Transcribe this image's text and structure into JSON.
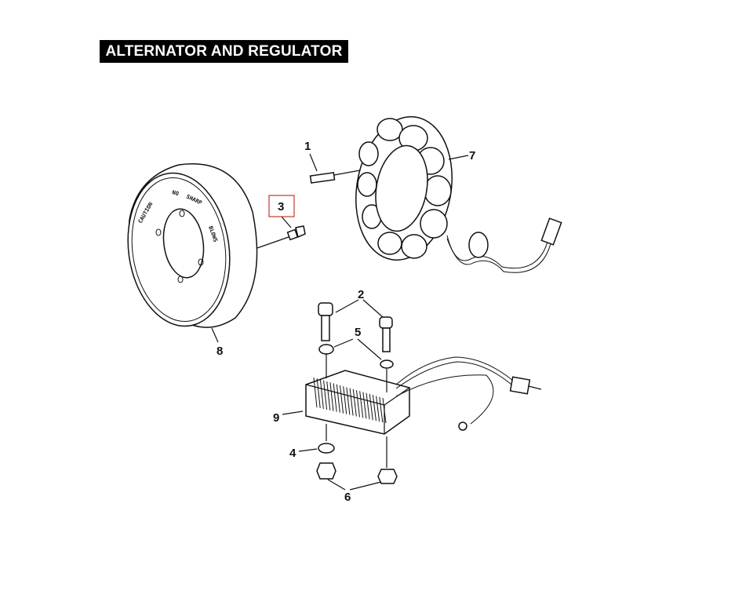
{
  "title": "ALTERNATOR AND REGULATOR",
  "rotor_marking": [
    "CAUTION",
    "NO",
    "SHARP",
    "BLOWS"
  ],
  "callouts": {
    "c1": "1",
    "c2": "2",
    "c3": "3",
    "c4": "4",
    "c5": "5",
    "c6": "6",
    "c7": "7",
    "c8": "8",
    "c9": "9"
  },
  "highlighted_callout": "3",
  "colors": {
    "highlight": "#c0392b",
    "title_bg": "#000000"
  }
}
